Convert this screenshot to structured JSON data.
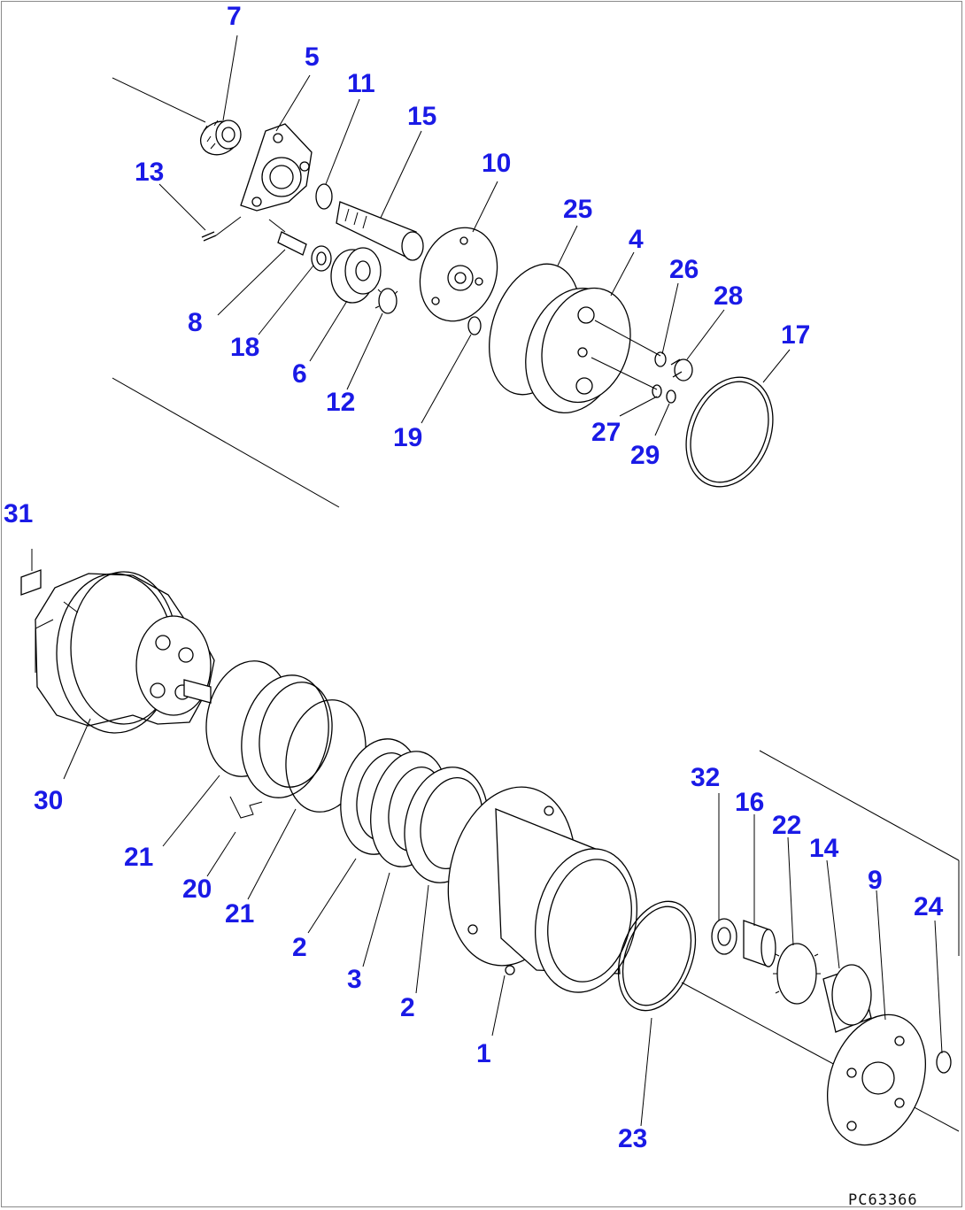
{
  "diagram": {
    "drawing_code": "PC63366",
    "callouts": [
      {
        "id": "c7",
        "text": "7"
      },
      {
        "id": "c5",
        "text": "5"
      },
      {
        "id": "c11",
        "text": "11"
      },
      {
        "id": "c15",
        "text": "15"
      },
      {
        "id": "c10",
        "text": "10"
      },
      {
        "id": "c13",
        "text": "13"
      },
      {
        "id": "c25",
        "text": "25"
      },
      {
        "id": "c4",
        "text": "4"
      },
      {
        "id": "c26",
        "text": "26"
      },
      {
        "id": "c28",
        "text": "28"
      },
      {
        "id": "c17",
        "text": "17"
      },
      {
        "id": "c8",
        "text": "8"
      },
      {
        "id": "c18",
        "text": "18"
      },
      {
        "id": "c6",
        "text": "6"
      },
      {
        "id": "c12",
        "text": "12"
      },
      {
        "id": "c19",
        "text": "19"
      },
      {
        "id": "c27",
        "text": "27"
      },
      {
        "id": "c29",
        "text": "29"
      },
      {
        "id": "c31",
        "text": "31"
      },
      {
        "id": "c30",
        "text": "30"
      },
      {
        "id": "c21a",
        "text": "21"
      },
      {
        "id": "c20",
        "text": "20"
      },
      {
        "id": "c21b",
        "text": "21"
      },
      {
        "id": "c2a",
        "text": "2"
      },
      {
        "id": "c3",
        "text": "3"
      },
      {
        "id": "c2b",
        "text": "2"
      },
      {
        "id": "c1",
        "text": "1"
      },
      {
        "id": "c23",
        "text": "23"
      },
      {
        "id": "c32",
        "text": "32"
      },
      {
        "id": "c16",
        "text": "16"
      },
      {
        "id": "c22",
        "text": "22"
      },
      {
        "id": "c14",
        "text": "14"
      },
      {
        "id": "c9",
        "text": "9"
      },
      {
        "id": "c24",
        "text": "24"
      }
    ]
  }
}
